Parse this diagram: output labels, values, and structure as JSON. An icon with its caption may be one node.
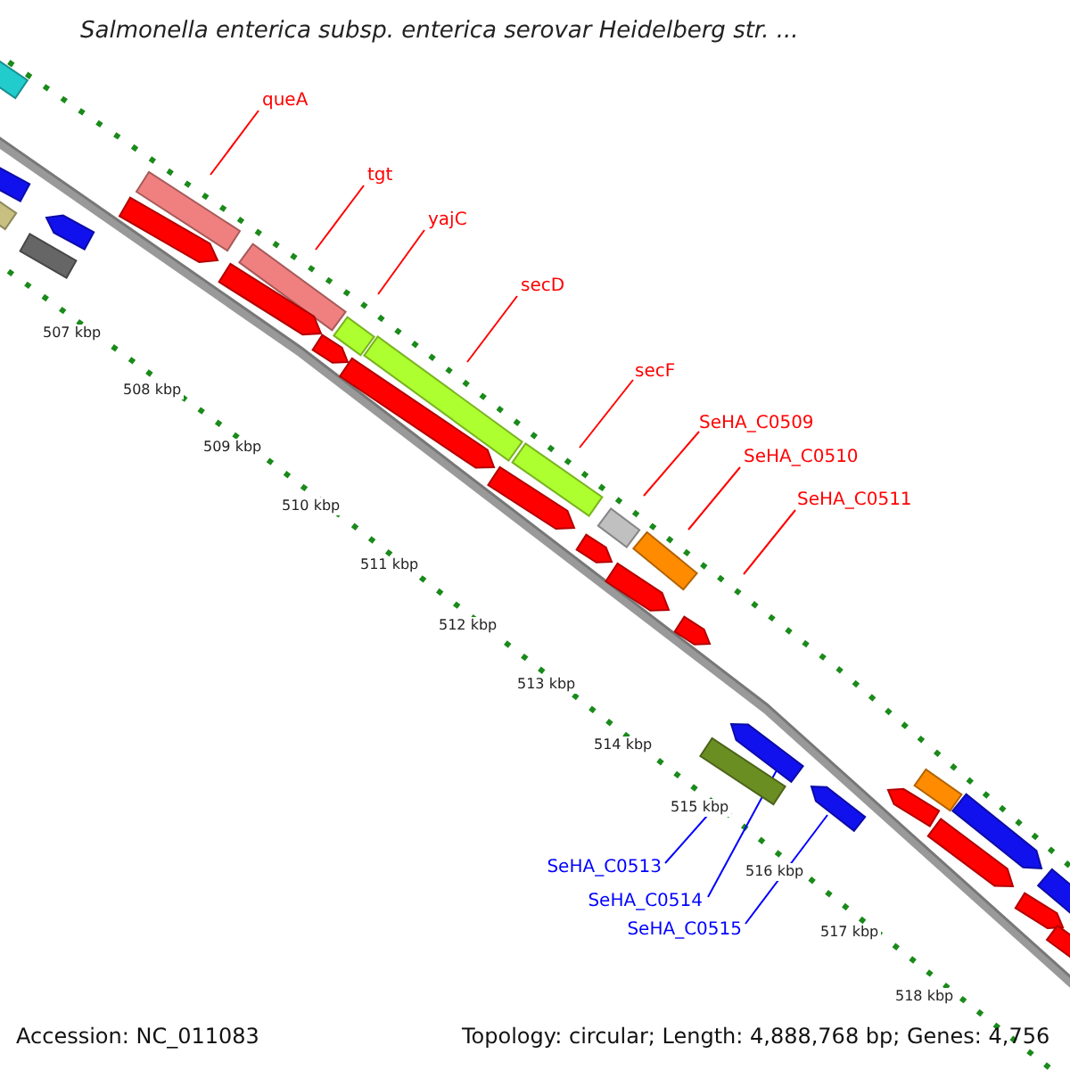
{
  "diagram": {
    "title": "Salmonella enterica subsp. enterica serovar Heidelberg str. ...",
    "nodes": [
      {
        "text": [
          "queA"
        ]
      },
      {
        "text": [
          "tgt"
        ]
      },
      {
        "text": [
          "yajC"
        ]
      },
      {
        "text": [
          "secD"
        ]
      },
      {
        "text": [
          "secF"
        ]
      },
      {
        "text": [
          "SeHA_C0509"
        ]
      },
      {
        "text": [
          "SeHA_C0510"
        ]
      },
      {
        "text": [
          "SeHA_C0511"
        ]
      },
      {
        "text": [
          "SeHA_C0513"
        ]
      },
      {
        "text": [
          "SeHA_C0514"
        ]
      },
      {
        "text": [
          "SeHA_C0515"
        ]
      },
      {
        "text": [],
        "shape": "bar"
      },
      {
        "text": [],
        "shape": "bar"
      },
      {
        "text": [],
        "shape": "bar"
      },
      {
        "text": [],
        "shape": "bar"
      },
      {
        "text": [],
        "shape": "bar"
      },
      {
        "text": [],
        "shape": "bar"
      },
      {
        "text": [],
        "shape": "bar"
      },
      {
        "text": [],
        "shape": "bar"
      },
      {
        "text": [],
        "shape": "arrow"
      },
      {
        "text": [],
        "shape": "arrow"
      },
      {
        "text": [],
        "shape": "bar"
      },
      {
        "text": [],
        "shape": "bar"
      },
      {
        "text": [],
        "shape": "bar"
      },
      {
        "text": [],
        "shape": "bar"
      },
      {
        "text": [],
        "shape": "arrow"
      },
      {
        "text": [],
        "shape": "arrow"
      },
      {
        "text": [],
        "shape": "arrow"
      },
      {
        "text": [],
        "shape": "arrow"
      },
      {
        "text": [],
        "shape": "arrow"
      },
      {
        "text": [],
        "shape": "arrow"
      },
      {
        "text": [],
        "shape": "arrow"
      },
      {
        "text": [],
        "shape": "arrow"
      },
      {
        "text": [],
        "shape": "arrow"
      },
      {
        "text": [],
        "shape": "arrow"
      },
      {
        "text": [],
        "shape": "bar"
      },
      {
        "text": [],
        "shape": "arrow"
      },
      {
        "text": [],
        "shape": "arrow"
      },
      {
        "text": [],
        "shape": "arrow"
      },
      {
        "text": [],
        "shape": "bar"
      },
      {
        "text": [],
        "shape": "bar"
      }
    ],
    "edges": [
      {
        "from": 0,
        "to": 11,
        "arrow": "none"
      },
      {
        "from": 1,
        "to": 12,
        "arrow": "none"
      },
      {
        "from": 2,
        "to": 13,
        "arrow": "none"
      },
      {
        "from": 3,
        "to": 14,
        "arrow": "none"
      },
      {
        "from": 4,
        "to": 15,
        "arrow": "none"
      },
      {
        "from": 5,
        "to": 16,
        "arrow": "none"
      },
      {
        "from": 6,
        "to": 17,
        "arrow": "none"
      },
      {
        "from": 7,
        "to": null,
        "arrow": "none"
      },
      {
        "from": 8,
        "to": 18,
        "arrow": "none",
        "color": "#0000ff"
      },
      {
        "from": 9,
        "to": 19,
        "arrow": "none",
        "color": "#0000ff"
      },
      {
        "from": 10,
        "to": 20,
        "arrow": "none",
        "color": "#0000ff"
      }
    ],
    "labels": [
      "507 kbp",
      "508 kbp",
      "509 kbp",
      "510 kbp",
      "511 kbp",
      "512 kbp",
      "513 kbp",
      "514 kbp",
      "515 kbp",
      "516 kbp",
      "517 kbp",
      "518 kbp",
      "Accession: NC_011083",
      "Topology: circular; Length: 4,888,768 bp; Genes: 4,756"
    ]
  }
}
